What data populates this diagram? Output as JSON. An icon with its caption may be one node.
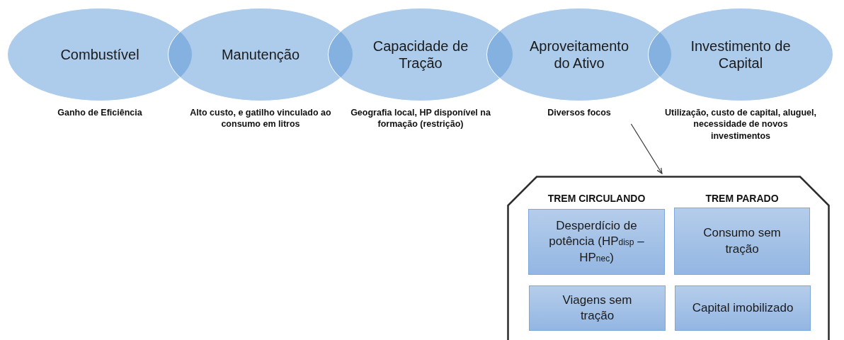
{
  "diagram": {
    "nodes": [
      {
        "text": [
          "Combustível"
        ],
        "beside": [
          "Ganho de Eficiência"
        ]
      },
      {
        "text": [
          "Manutenção"
        ],
        "beside": [
          "Alto custo, e gatilho vinculado ao consumo em litros"
        ]
      },
      {
        "text": [
          "Capacidade de Tração"
        ],
        "beside": [
          "Geografia local, HP disponível na formação (restrição)"
        ]
      },
      {
        "text": [
          "Aproveitamento do Ativo"
        ],
        "beside": [
          "Diversos focos"
        ]
      },
      {
        "text": [
          "Investimento de Capital"
        ],
        "beside": [
          "Utilização, custo de capital, aluguel, necessidade de novos investimentos"
        ]
      },
      {
        "text": [
          "TREM CIRCULANDO",
          "TREM PARADO"
        ]
      },
      {
        "text": [
          "Desperdício de potência (HP$_{disp}$ – HP$_{nec}$)"
        ],
        "in": 5
      },
      {
        "text": [
          "Consumo sem tração"
        ],
        "in": 5
      },
      {
        "text": [
          "Viagens sem tração"
        ],
        "in": 5
      },
      {
        "text": [
          "Capital imobilizado"
        ],
        "in": 5
      }
    ],
    "edges": [
      {
        "from": 3,
        "to": 5,
        "arrow": "to"
      }
    ]
  }
}
